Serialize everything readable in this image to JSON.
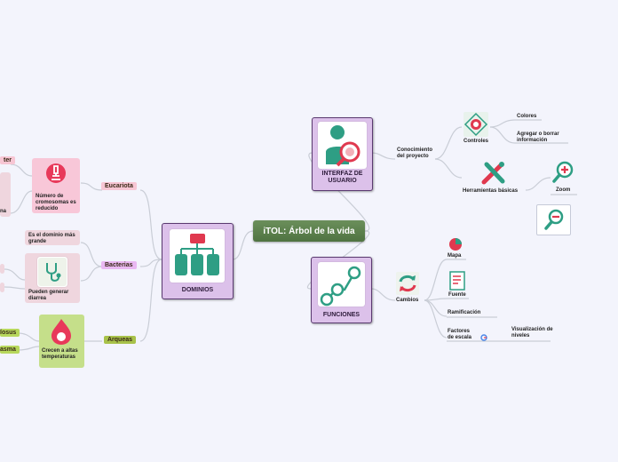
{
  "root": {
    "title": "iTOL: Árbol de la vida"
  },
  "dominios": {
    "label": "DOMINIOS",
    "eucariota": {
      "label": "Eucariota",
      "card": "Número de cromosomas es reducido",
      "left_items": [
        "ter",
        "na"
      ]
    },
    "bacterias": {
      "label": "Bacterias",
      "top": "Es el dominio más grande",
      "card": "Pueden generar diarrea"
    },
    "arqueas": {
      "label": "Arqueas",
      "card": "Crecen a altas temperaturas",
      "left_items": [
        "losus",
        "asma"
      ]
    }
  },
  "interfaz": {
    "label": "INTERFAZ DE USUARIO",
    "conocimiento": "Conocimiento del proyecto",
    "controles": "Controles",
    "colores": "Colores",
    "agregar": "Agregar o borrar información",
    "herramientas": "Herramientas básicas",
    "zoom": "Zoom"
  },
  "funciones": {
    "label": "FUNCIONES",
    "cambios": "Cambios",
    "mapa": "Mapa",
    "fuente": "Fuente",
    "ramificacion": "Ramificación",
    "factores": "Factores de escala",
    "visualizacion": "Visualización de niveles"
  },
  "colors": {
    "root": "#5c7f4c",
    "purple": "#dcc1ea",
    "pink": "#f7c6d4",
    "green": "#b7d75c",
    "line": "#c9cdd6"
  },
  "icons": {
    "dominios": "org-chart-icon",
    "interfaz": "user-search-icon",
    "funciones": "nodes-icon",
    "controles": "target-icon",
    "herramientas": "tools-icon",
    "zoom_in": "zoom-in-icon",
    "zoom_out": "zoom-out-icon",
    "cambios": "refresh-icon",
    "mapa": "pie-icon",
    "fuente": "document-icon",
    "factores": "google-icon",
    "eucariota": "microscope-icon",
    "bacterias": "stethoscope-icon",
    "arqueas": "flame-icon"
  }
}
